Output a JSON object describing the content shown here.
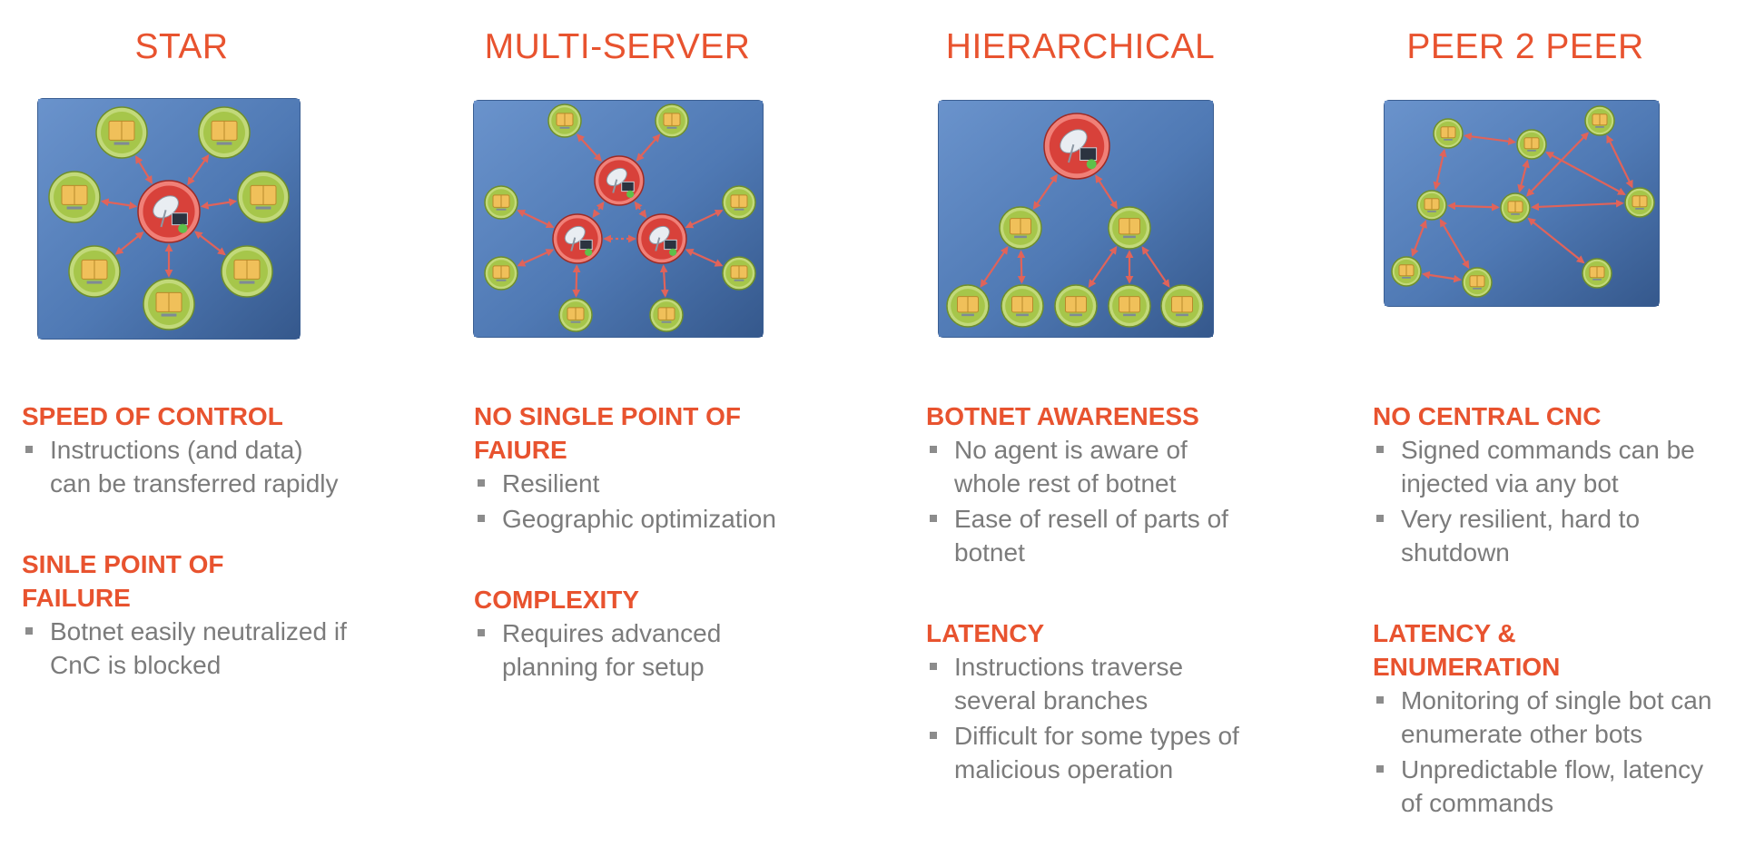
{
  "columns": [
    {
      "id": "star",
      "title": "STAR",
      "sections": [
        {
          "heading": "SPEED OF CONTROL",
          "bullets": [
            "Instructions (and data) can be transferred rapidly"
          ]
        },
        {
          "heading": "SINLE POINT OF FAILURE",
          "bullets": [
            "Botnet easily neutralized if CnC is blocked"
          ]
        }
      ]
    },
    {
      "id": "multi-server",
      "title": "MULTI-SERVER",
      "sections": [
        {
          "heading": "NO SINGLE POINT OF FAIURE",
          "bullets": [
            "Resilient",
            "Geographic optimization"
          ]
        },
        {
          "heading": "COMPLEXITY",
          "bullets": [
            "Requires advanced planning for setup"
          ]
        }
      ]
    },
    {
      "id": "hierarchical",
      "title": "HIERARCHICAL",
      "sections": [
        {
          "heading": "BOTNET AWARENESS",
          "bullets": [
            "No agent is aware of whole rest of botnet",
            "Ease of resell of parts of botnet"
          ]
        },
        {
          "heading": "LATENCY",
          "bullets": [
            "Instructions traverse several branches",
            "Difficult for some types of malicious operation"
          ]
        }
      ]
    },
    {
      "id": "peer-2-peer",
      "title": "PEER 2 PEER",
      "sections": [
        {
          "heading": "NO CENTRAL CNC",
          "bullets": [
            "Signed commands can be injected via any bot",
            "Very resilient, hard to shutdown"
          ]
        },
        {
          "heading": "LATENCY & ENUMERATION",
          "bullets": [
            "Monitoring of single bot can enumerate other bots",
            "Unpredictable flow, latency of commands"
          ]
        }
      ]
    }
  ],
  "colors": {
    "accent": "#e8532f",
    "body_text": "#7b7b7b",
    "diagram_bg": "#4f79b4",
    "bot_green": "#a6c64a",
    "server_red": "#d8413a"
  },
  "icons": {
    "bot": "package-bot-icon",
    "server": "satellite-dish-server-icon"
  }
}
